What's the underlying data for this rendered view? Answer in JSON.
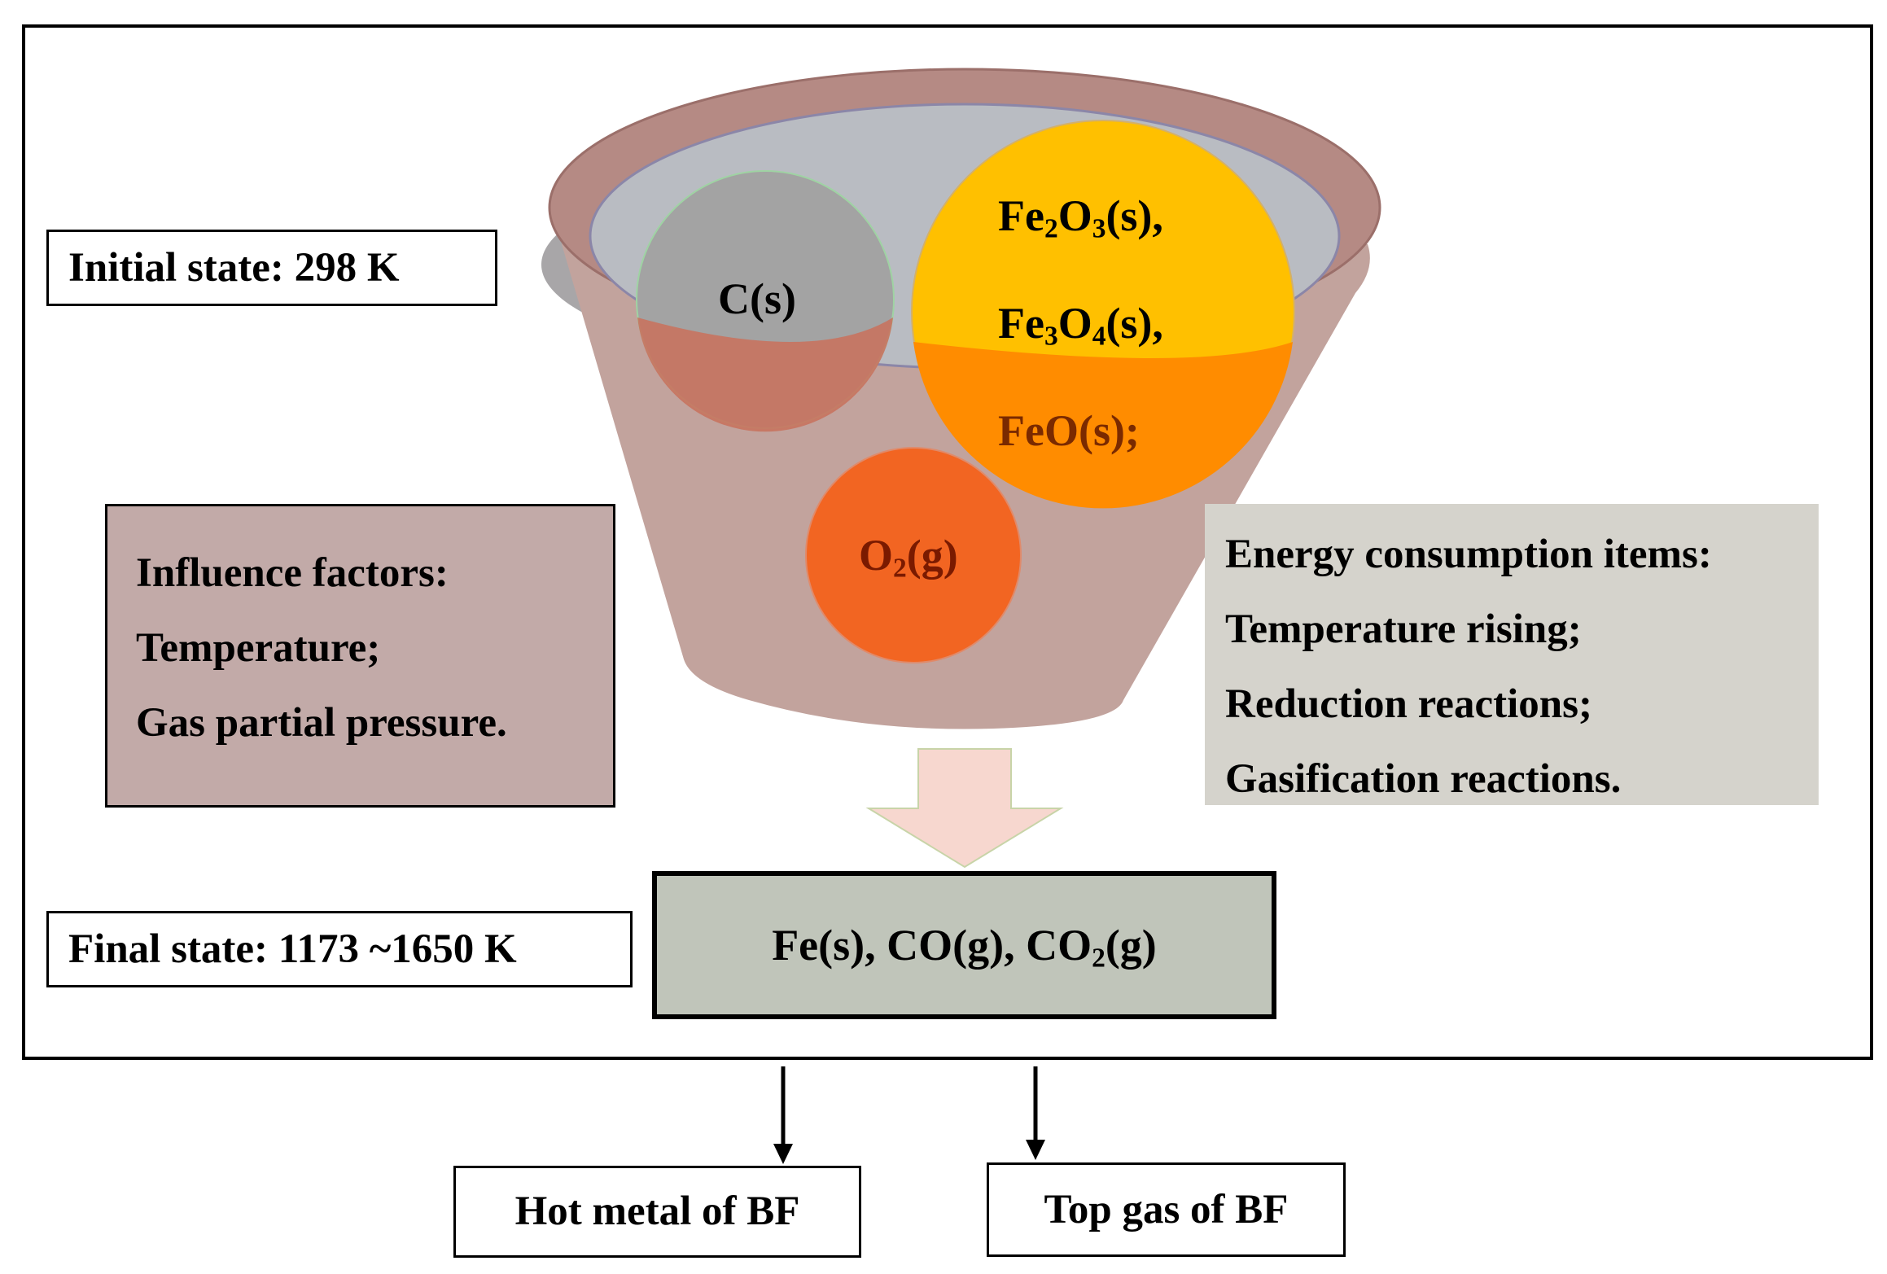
{
  "initial_state": "Initial state: 298 K",
  "final_state": "Final state: 1173 ~1650 K",
  "funnel": {
    "carbon": "C(s)",
    "iron_oxides": {
      "fe2o3": {
        "el1": "Fe",
        "n1": "2",
        "el2": "O",
        "n2": "3",
        "tail": "(s),"
      },
      "fe3o4": {
        "el1": "Fe",
        "n1": "3",
        "el2": "O",
        "n2": "4",
        "tail": "(s),"
      },
      "feo": "FeO(s);"
    },
    "oxygen": {
      "el": "O",
      "n": "2",
      "tail": "(g)"
    }
  },
  "influence": {
    "title": "Influence factors:",
    "items": [
      "Temperature;",
      "Gas partial pressure."
    ]
  },
  "energy": {
    "title": "Energy consumption items:",
    "items": [
      "Temperature rising;",
      "Reduction reactions;",
      "Gasification reactions."
    ]
  },
  "products": {
    "prefix": "Fe(s), CO(g), CO",
    "sub": "2",
    "suffix": "(g)"
  },
  "outputs": {
    "hot_metal": "Hot metal of BF",
    "top_gas": "Top gas of BF"
  },
  "colors": {
    "funnel_body": "#c2a39d",
    "funnel_rim": "#b58a84",
    "funnel_opening": "#b9bcc2",
    "carbon": "#a3a3a3",
    "iron_oxides": "#ffc000",
    "iron_oxides_lower": "#ff8c00",
    "oxygen": "#f26522",
    "influence_box": "#c2aaa8",
    "energy_box": "#d5d3cc",
    "products_box": "#c0c5ba",
    "arrow_fill": "#f7d7cf"
  }
}
